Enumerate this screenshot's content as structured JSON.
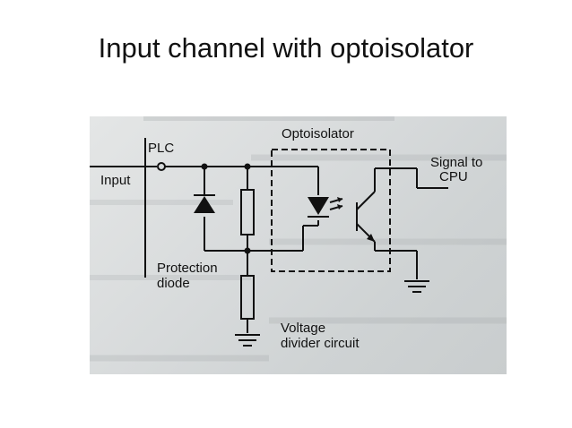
{
  "slide": {
    "title": "Input channel with optoisolator"
  },
  "circuit": {
    "label_plc": "PLC",
    "label_input": "Input",
    "label_optoisolator": "Optoisolator",
    "label_signal_1": "Signal to",
    "label_signal_2": "CPU",
    "label_protection_1": "Protection",
    "label_protection_2": "diode",
    "label_divider_1": "Voltage",
    "label_divider_2": "divider circuit"
  },
  "colors": {
    "ink": "#111111",
    "paper": "#d7dadb"
  }
}
